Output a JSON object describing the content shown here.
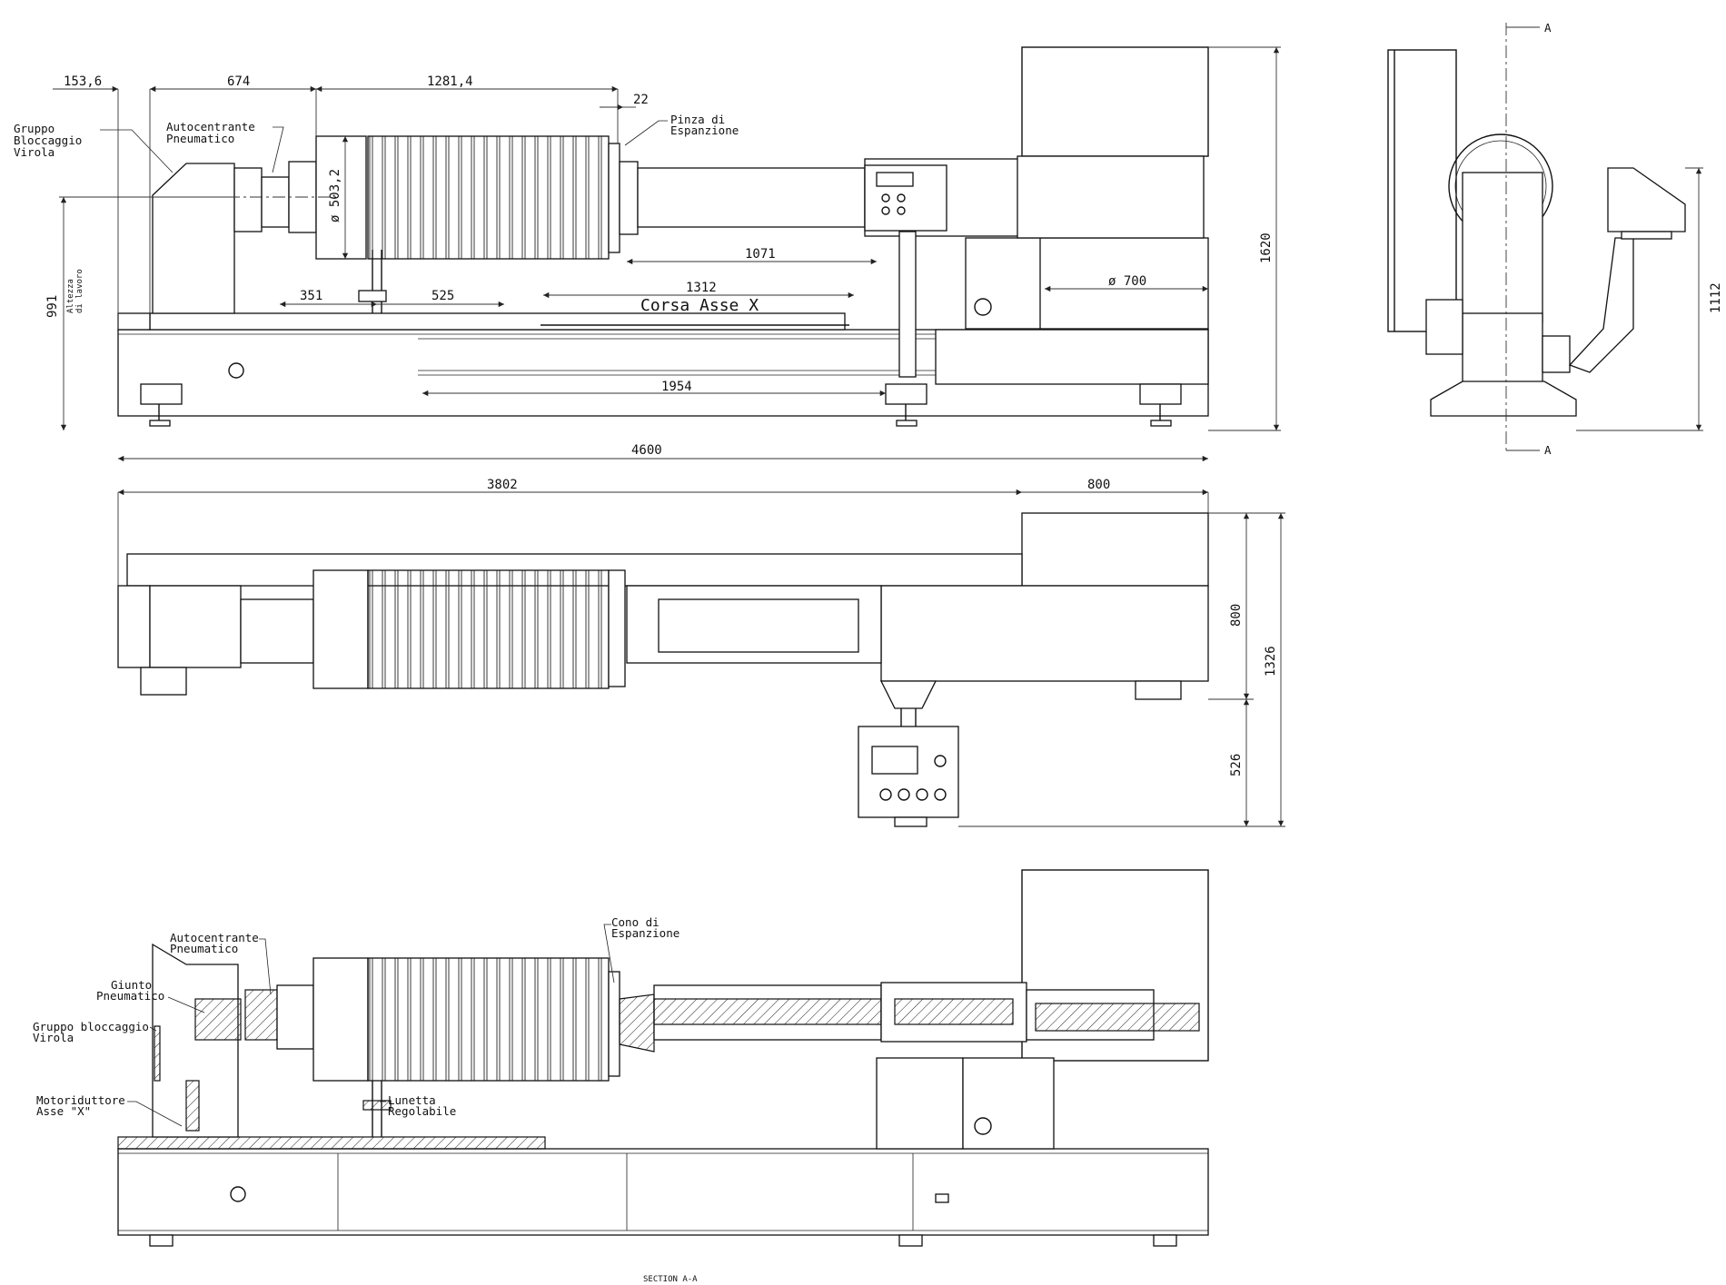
{
  "side_view": {
    "dims": {
      "d153": "153,6",
      "d674": "674",
      "d1281": "1281,4",
      "d22": "22",
      "d1071": "1071",
      "d1312": "1312",
      "d351": "351",
      "d525": "525",
      "d1954": "1954",
      "d4600": "4600",
      "d1620": "1620",
      "d991": "991",
      "diam503": "ø 503,2",
      "diam700": "ø 700"
    },
    "corsa_label": "Corsa Asse X",
    "altezza": [
      "Altezza",
      "di lavoro"
    ],
    "labels": {
      "gruppo": [
        "Gruppo",
        "Bloccaggio",
        "Virola"
      ],
      "autocentrante": [
        "Autocentrante",
        "Pneumatico"
      ],
      "pinza": [
        "Pinza di",
        "Espanzione"
      ]
    }
  },
  "end_view": {
    "section_mark": "A",
    "dim_height": "1112"
  },
  "plan_view": {
    "dims": {
      "d3802": "3802",
      "d800top": "800",
      "d800right": "800",
      "d1326": "1326",
      "d526": "526"
    }
  },
  "section_view": {
    "labels": {
      "cono": [
        "Cono di",
        "Espanzione"
      ],
      "autocentrante": [
        "Autocentrante",
        "Pneumatico"
      ],
      "giunto": [
        "Giunto",
        "Pneumatico"
      ],
      "gruppo": [
        "Gruppo bloccaggio",
        "Virola"
      ],
      "motoriduttore": [
        "Motoriduttore",
        "Asse \"X\""
      ],
      "lunetta": [
        "Lunetta",
        "Regolabile"
      ]
    },
    "caption": "SECTION A-A"
  }
}
